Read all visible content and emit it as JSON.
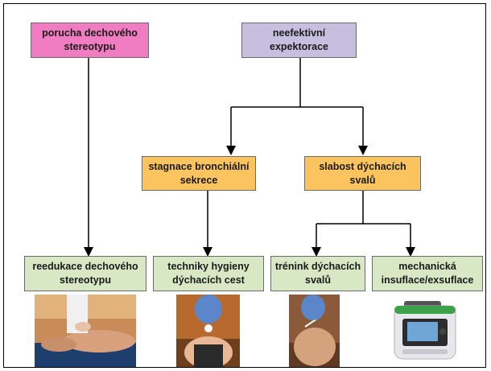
{
  "diagram": {
    "nodes": {
      "breathing_disorder": "porucha dechového stereotypu",
      "ineffective_expectoration": "neefektivní expektorace",
      "bronchial_stagnation": "stagnace bronchiální sekrece",
      "muscle_weakness": "slabost dýchacích svalů",
      "reeducation": "reedukace dechového stereotypu",
      "airway_hygiene": "techniky hygieny dýchacích cest",
      "muscle_training": "trénink dýchacích svalů",
      "insufflation": "mechanická insuflace/exsuflace"
    },
    "colors": {
      "pink": "#f07dc2",
      "purple": "#c8bedf",
      "orange": "#fbc45e",
      "green": "#d9e8c4"
    },
    "photos": [
      "therapist-massage-photo",
      "patient-breathing-device-photo",
      "patient-training-photo",
      "cough-assist-device-photo"
    ]
  }
}
